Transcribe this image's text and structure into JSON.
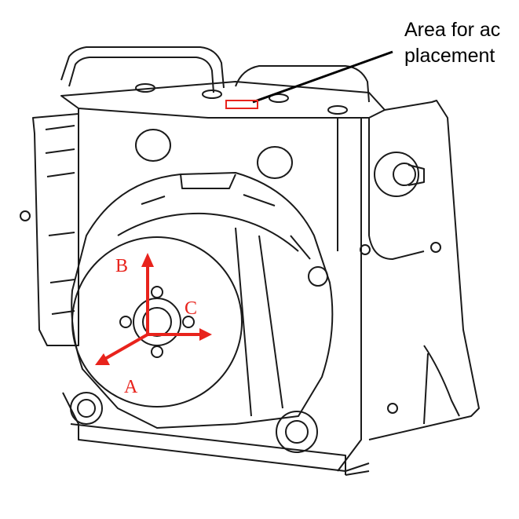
{
  "callout": {
    "line1": "Area for ac",
    "line2": "placement"
  },
  "axes": {
    "color": "#e8231c",
    "a_label": "A",
    "b_label": "B",
    "c_label": "C"
  },
  "colors": {
    "line": "#1a1a1a",
    "background": "#ffffff"
  }
}
